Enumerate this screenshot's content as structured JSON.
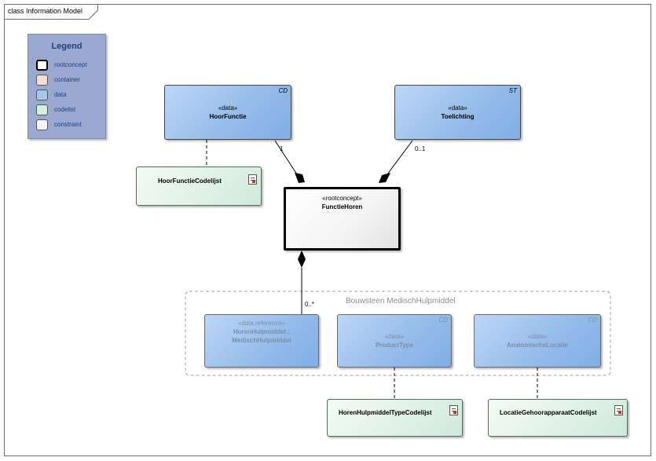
{
  "frame": {
    "title": "class Information Model"
  },
  "legend": {
    "title": "Legend",
    "items": [
      {
        "label": "rootconcept",
        "color": "#ffffff"
      },
      {
        "label": "container",
        "color": "#f6ddd2"
      },
      {
        "label": "data",
        "color": "#a6c8ef"
      },
      {
        "label": "codelist",
        "color": "#d6efdf"
      },
      {
        "label": "constraint",
        "color": "#f2f2fa"
      }
    ]
  },
  "classes": {
    "hoorfunctie": {
      "stereotype": "«data»",
      "name": "HoorFunctie",
      "tag": "CD"
    },
    "toelichting": {
      "stereotype": "«data»",
      "name": "Toelichting",
      "tag": "ST"
    },
    "functiehoren": {
      "stereotype": "«rootconcept»",
      "name": "FunctieHoren"
    },
    "hoorfunctie_codelijst": {
      "name": "HoorFunctieCodelijst"
    },
    "medischhulpmiddel": {
      "stereotype": "«data,reference»",
      "name_line1": "HorenHulpmiddel::",
      "name_line2": "MedischHulpmiddel"
    },
    "producttype": {
      "stereotype": "«data»",
      "name": "ProductType",
      "tag": "CD"
    },
    "anatomischelocatie": {
      "stereotype": "«data»",
      "name": "AnatomischeLocatie",
      "tag": "CD"
    },
    "horenhulpmiddeltype_codelijst": {
      "name": "HorenHulpmiddelTypeCodelijst"
    },
    "locatiegehoorapparaat_codelijst": {
      "name": "LocatieGehoorapparaatCodelijst"
    }
  },
  "package": {
    "label": "Bouwsteen MedischHulpmiddel"
  },
  "multiplicities": {
    "hoorfunctie": "1",
    "toelichting": "0..1",
    "medischhulpmiddel": "0..*"
  }
}
